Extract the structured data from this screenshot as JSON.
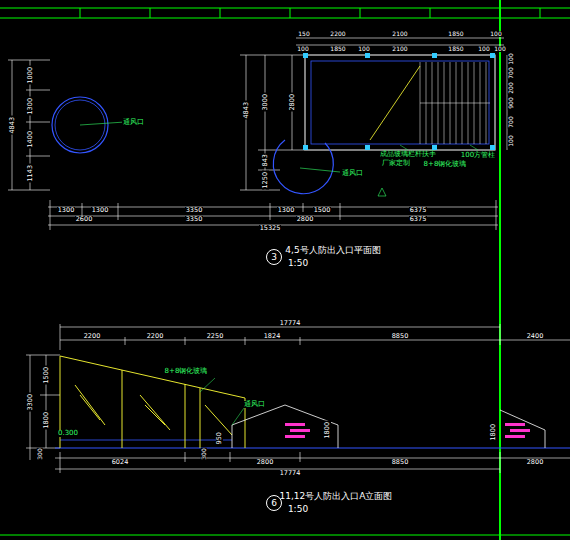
{
  "diagram": {
    "nodes": [
      {
        "text": [
          "3"
        ]
      },
      {
        "text": [
          "6"
        ]
      }
    ],
    "labels": [
      "4843",
      "1000",
      "1300",
      "1400",
      "1143",
      "通风口",
      "4843",
      "3000",
      "843",
      "1250",
      "2800",
      "150",
      "2200",
      "2100",
      "1850",
      "100",
      "100",
      "1850",
      "100",
      "2100",
      "1850",
      "100",
      "100",
      "100",
      "700",
      "200",
      "900",
      "700",
      "100",
      "成品玻璃栏杆扶手",
      "厂家定制",
      "100方管柱",
      "8+8钢化玻璃",
      "通风口",
      "1300",
      "1300",
      "3350",
      "1300",
      "1500",
      "6375",
      "2600",
      "3350",
      "2800",
      "6375",
      "15325",
      "4,5号人防出入口平面图",
      "1:50",
      "17774",
      "2200",
      "2200",
      "2250",
      "1824",
      "8850",
      "2400",
      "3300",
      "1500",
      "1800",
      "300",
      "300",
      "8+8钢化玻璃",
      "0.300",
      "通风口",
      "1800",
      "1800",
      "950",
      "6024",
      "2800",
      "8850",
      "2800",
      "17774",
      "11,12号人防出入口A立面图",
      "1:50"
    ]
  }
}
